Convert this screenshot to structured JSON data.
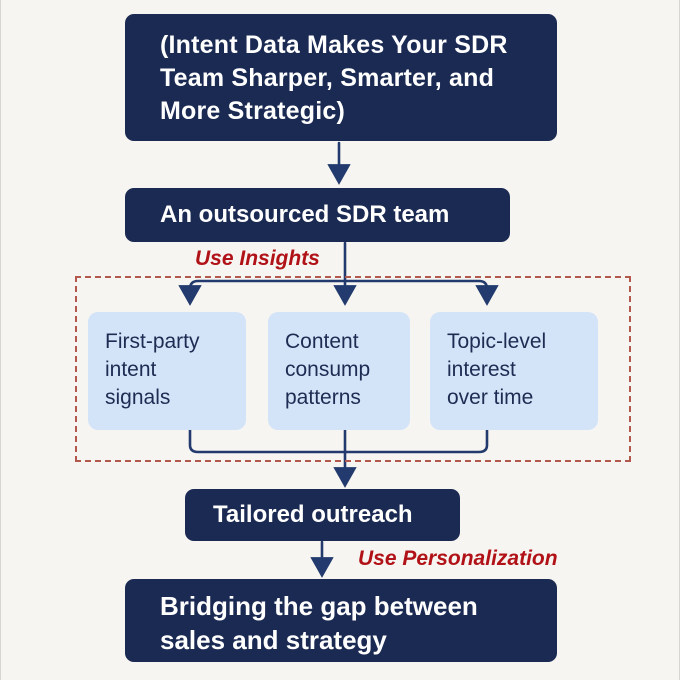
{
  "colors": {
    "background": "#f7f5f1",
    "navy_box": "#1b2a52",
    "light_blue_box": "#d4e4f8",
    "box_text_light": "#ffffff",
    "box_text_navy": "#1d2c52",
    "red_label": "#b01217",
    "dashed_border": "#b2584c",
    "arrow": "#223a6d"
  },
  "diagram": {
    "title_box": {
      "lines": [
        "(Intent Data Makes Your SDR",
        "Team Sharper, Smarter, and",
        "More Strategic)"
      ]
    },
    "sdr_box": {
      "label": "An outsourced SDR team"
    },
    "insights_label": "Use Insights",
    "signal_boxes": [
      {
        "lines": [
          "First-party",
          "intent",
          "signals"
        ]
      },
      {
        "lines": [
          "Content",
          "consump",
          "patterns"
        ]
      },
      {
        "lines": [
          "Topic-level",
          "interest",
          "over time"
        ]
      }
    ],
    "tailored_box": {
      "label": "Tailored outreach"
    },
    "personalization_label": "Use Personalization",
    "bottom_box": {
      "lines": [
        "Bridging the gap between",
        "sales and strategy"
      ]
    }
  }
}
